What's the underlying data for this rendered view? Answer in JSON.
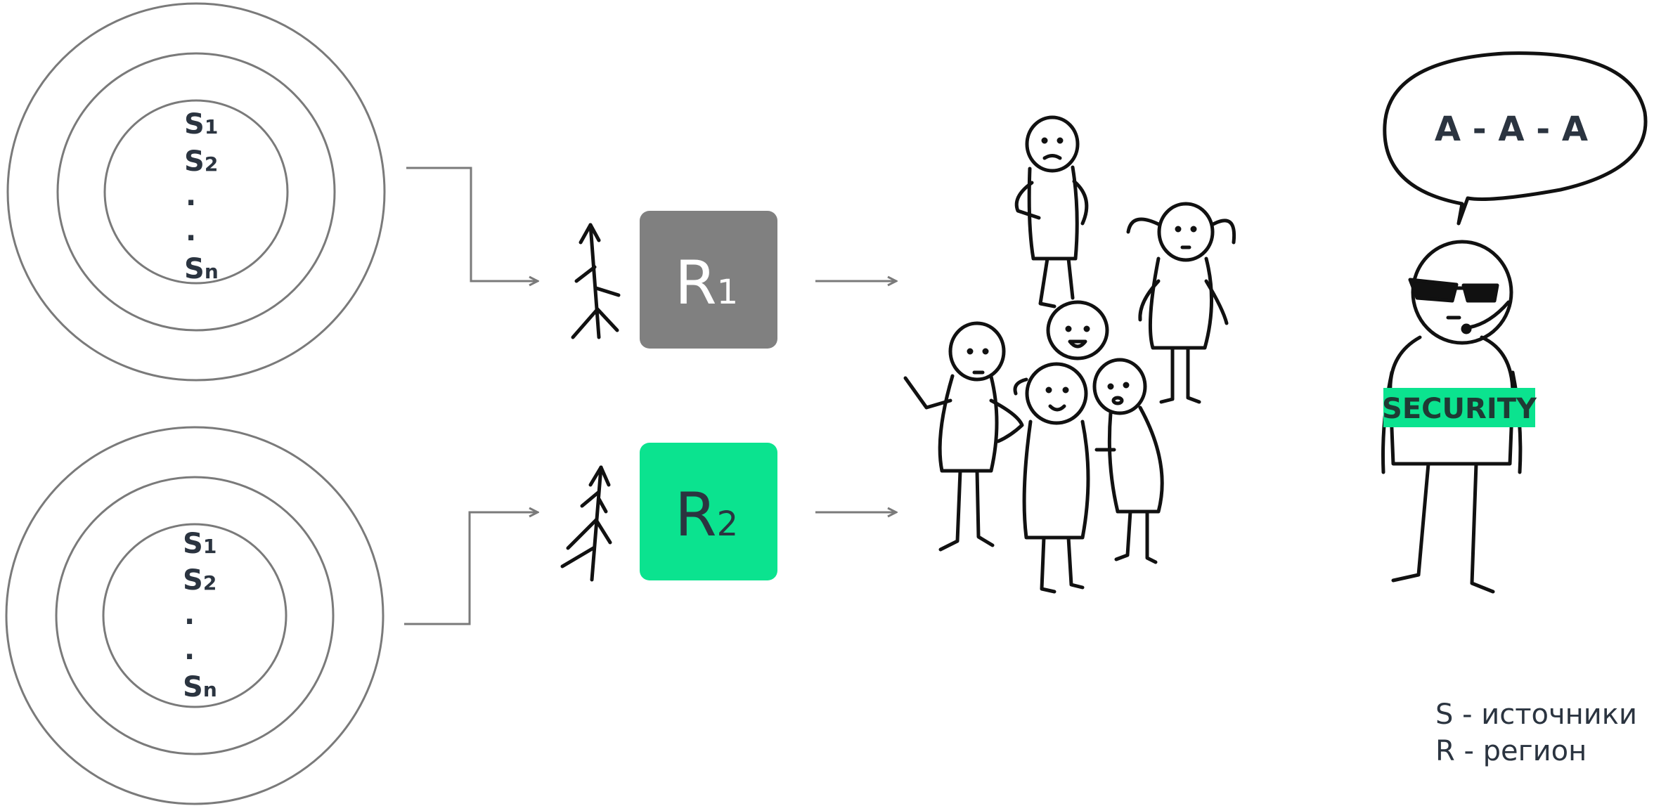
{
  "sources_top": {
    "s1": "S",
    "s1_sub": "1",
    "s2": "S",
    "s2_sub": "2",
    "dot1": ".",
    "dot2": ".",
    "sn": "S",
    "sn_sub": "n"
  },
  "sources_bottom": {
    "s1": "S",
    "s1_sub": "1",
    "s2": "S",
    "s2_sub": "2",
    "dot1": ".",
    "dot2": ".",
    "sn": "S",
    "sn_sub": "n"
  },
  "regions": [
    {
      "letter": "R",
      "sub": "1",
      "color": "#808080",
      "text_color": "#ffffff"
    },
    {
      "letter": "R",
      "sub": "2",
      "color": "#0be38f",
      "text_color": "#2b3440"
    }
  ],
  "speech_bubble": {
    "text": "A - A  - A"
  },
  "security_badge": {
    "text": "SECURITY",
    "color": "#0be38f"
  },
  "legend": {
    "line1": "S - источники",
    "line2": "R - регион"
  }
}
